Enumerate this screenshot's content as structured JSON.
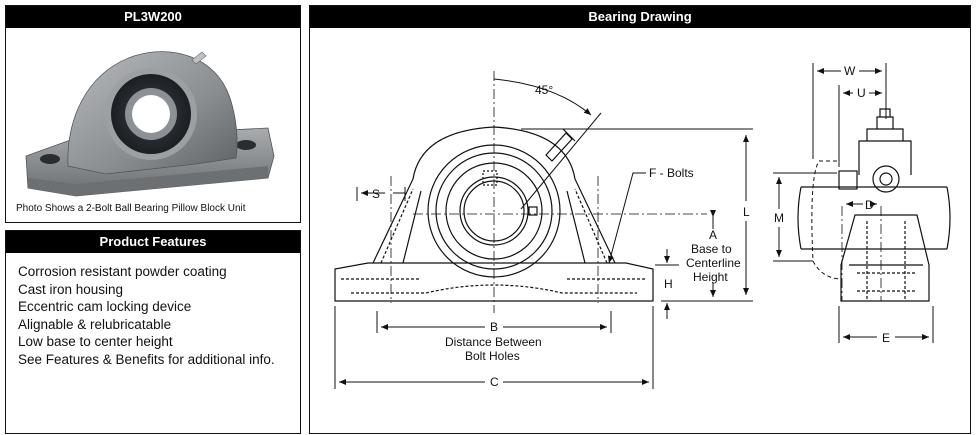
{
  "photo_panel": {
    "title": "PL3W200",
    "caption": "Photo Shows a 2-Bolt Ball Bearing Pillow Block Unit"
  },
  "features_panel": {
    "title": "Product Features",
    "items": [
      "Corrosion resistant powder coating",
      "Cast iron housing",
      "Eccentric cam locking device",
      "Alignable & relubricatable",
      "Low base to center height",
      "See Features & Benefits for additional info."
    ]
  },
  "drawing_panel": {
    "title": "Bearing Drawing",
    "labels": {
      "angle": "45°",
      "s": "S",
      "f_bolts": "F - Bolts",
      "l": "L",
      "a": "A",
      "a_desc_1": "Base to",
      "a_desc_2": "Centerline",
      "a_desc_3": "Height",
      "h": "H",
      "b": "B",
      "b_desc_1": "Distance Between",
      "b_desc_2": "Bolt Holes",
      "c": "C",
      "w": "W",
      "u": "U",
      "m": "M",
      "d": "D",
      "e": "E"
    }
  },
  "colors": {
    "header_bg": "#000000",
    "header_text": "#ffffff",
    "housing_gray": "#8a8d90"
  }
}
